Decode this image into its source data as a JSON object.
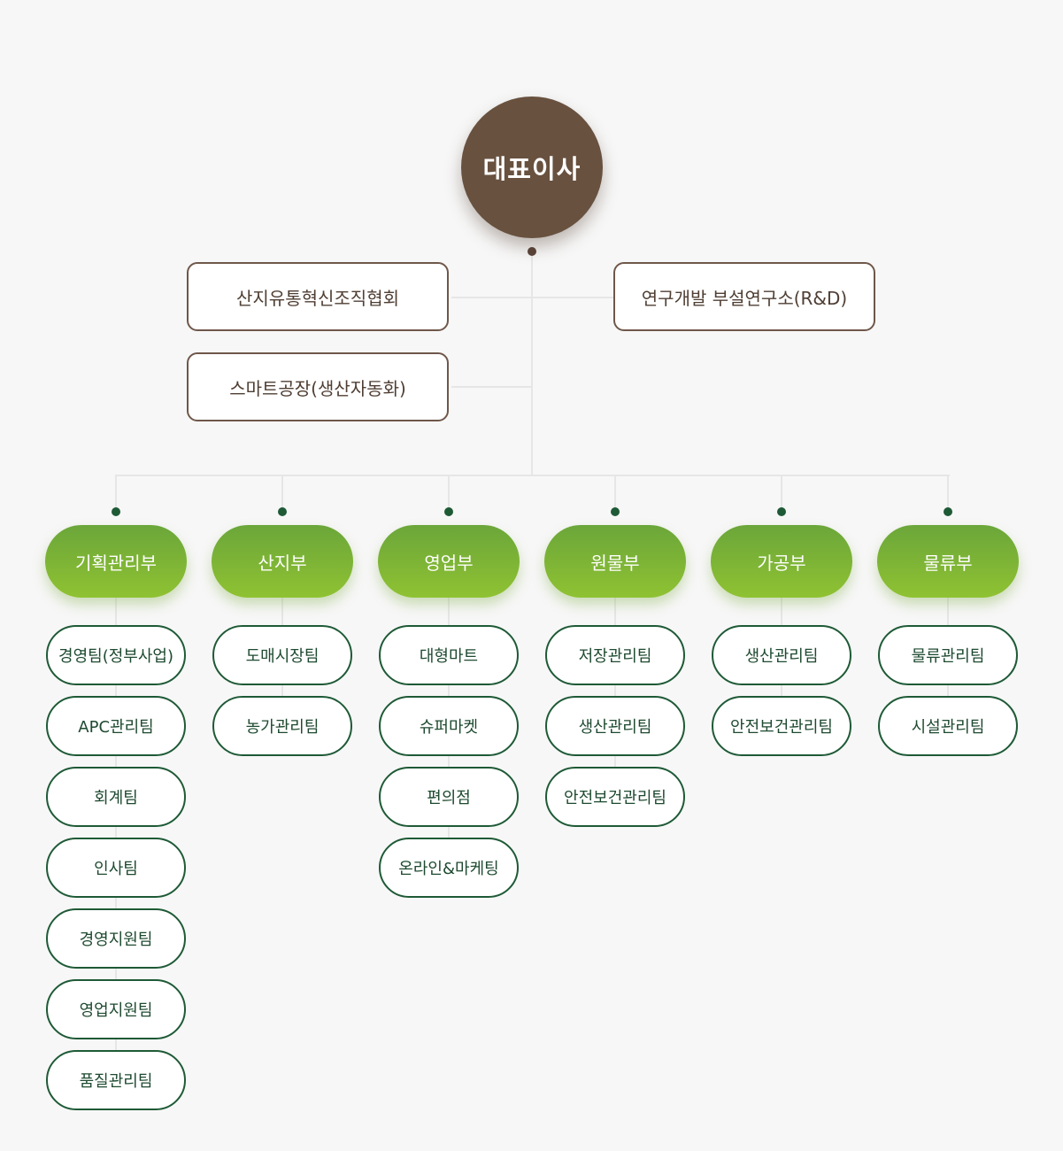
{
  "ceo": {
    "label": "대표이사"
  },
  "side_units": {
    "left_top": "산지유통혁신조직협회",
    "left_bottom": "스마트공장(생산자동화)",
    "right_top": "연구개발 부설연구소(R&D)"
  },
  "departments": [
    {
      "name": "기획관리부",
      "teams": [
        "경영팀(정부사업)",
        "APC관리팀",
        "회계팀",
        "인사팀",
        "경영지원팀",
        "영업지원팀",
        "품질관리팀"
      ]
    },
    {
      "name": "산지부",
      "teams": [
        "도매시장팀",
        "농가관리팀"
      ]
    },
    {
      "name": "영업부",
      "teams": [
        "대형마트",
        "슈퍼마켓",
        "편의점",
        "온라인&마케팅"
      ]
    },
    {
      "name": "원물부",
      "teams": [
        "저장관리팀",
        "생산관리팀",
        "안전보건관리팀"
      ]
    },
    {
      "name": "가공부",
      "teams": [
        "생산관리팀",
        "안전보건관리팀"
      ]
    },
    {
      "name": "물류부",
      "teams": [
        "물류관리팀",
        "시설관리팀"
      ]
    }
  ],
  "colors": {
    "ceo_fill": "#68513f",
    "dept_fill": "#8fc232",
    "team_border": "#1e5a36",
    "side_border": "#6f574a"
  }
}
